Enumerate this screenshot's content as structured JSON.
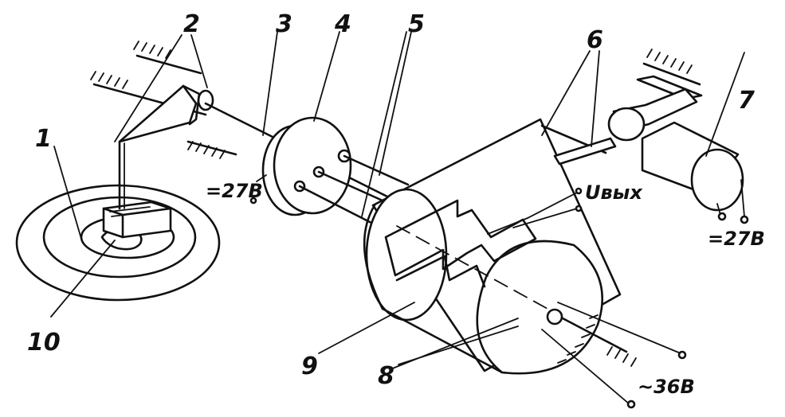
{
  "labels": {
    "n1": "1",
    "n2": "2",
    "n3": "3",
    "n4": "4",
    "n5": "5",
    "n6": "6",
    "n7": "7",
    "n8": "8",
    "n9": "9",
    "n10": "10"
  },
  "voltages": {
    "left_supply": "=27В",
    "motor_supply": "=27В",
    "output": "Uвых",
    "ac_supply": "~36В"
  }
}
